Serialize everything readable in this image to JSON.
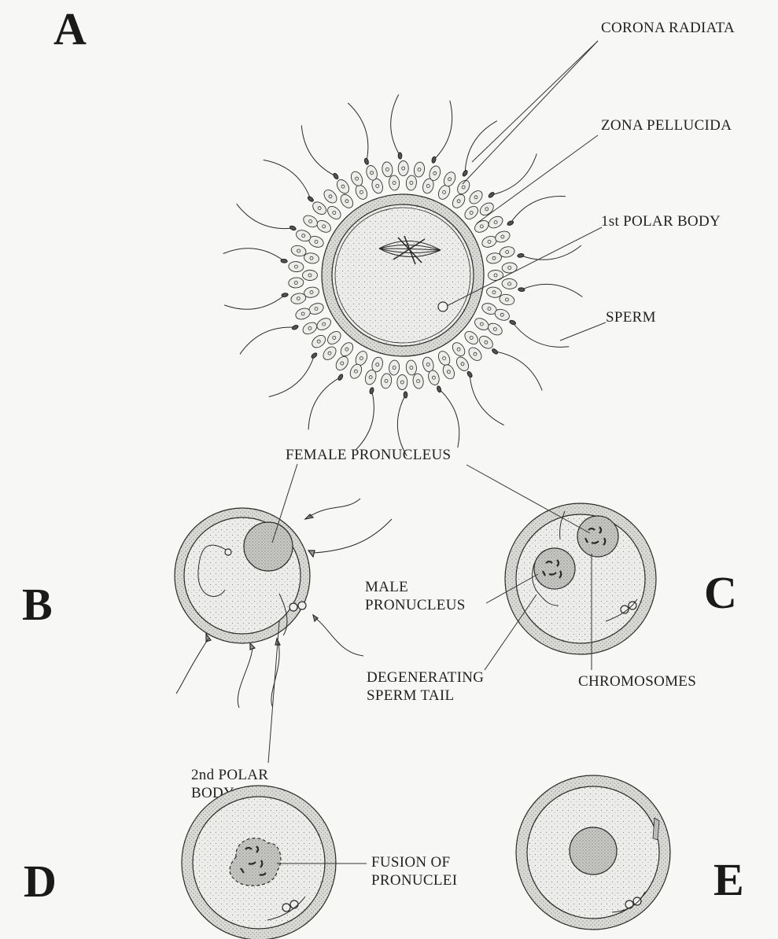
{
  "panels": {
    "a": "A",
    "b": "B",
    "c": "C",
    "d": "D",
    "e": "E"
  },
  "labels": {
    "corona_radiata": "CORONA RADIATA",
    "zona_pellucida": "ZONA PELLUCIDA",
    "first_polar_body": "1st POLAR BODY",
    "sperm": "SPERM",
    "female_pronucleus": "FEMALE PRONUCLEUS",
    "male_pronucleus_1": "MALE",
    "male_pronucleus_2": "PRONUCLEUS",
    "degenerating_1": "DEGENERATING",
    "degenerating_2": "SPERM TAIL",
    "chromosomes": "CHROMOSOMES",
    "second_polar_body_1": "2nd POLAR",
    "second_polar_body_2": "BODY",
    "fusion_1": "FUSION OF",
    "fusion_2": "PRONUCLEI"
  },
  "colors": {
    "ink": "#222222",
    "cytoplasm": "#e4e4e2",
    "zona": "#d6d6d3",
    "pronucleus": "#c9c9c6",
    "background": "#f7f7f5"
  }
}
